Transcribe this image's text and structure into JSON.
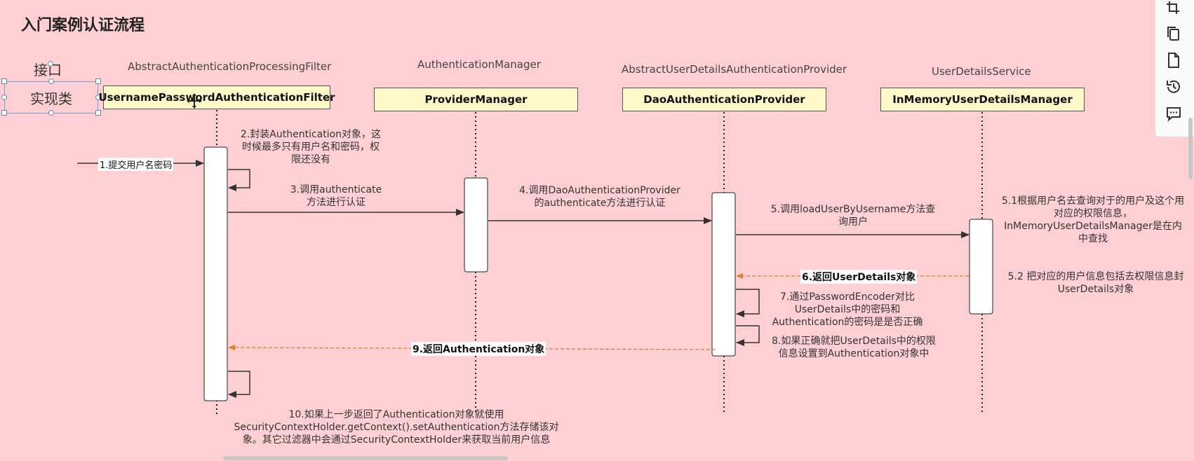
{
  "page": {
    "title": "入门案例认证流程"
  },
  "legend": {
    "interface_label": "接口",
    "impl_label": "实现类"
  },
  "lifelines": [
    {
      "interface": "AbstractAuthenticationProcessingFilter",
      "impl": "UsernamePasswordAuthenticationFilter"
    },
    {
      "interface": "AuthenticationManager",
      "impl": "ProviderManager"
    },
    {
      "interface": "AbstractUserDetailsAuthenticationProvider",
      "impl": "DaoAuthenticationProvider"
    },
    {
      "interface": "UserDetailsService",
      "impl": "InMemoryUserDetailsManager"
    }
  ],
  "steps": {
    "s1": "1.提交用户名密码",
    "s2": [
      "2.封装Authentication对象，这",
      "时候最多只有用户名和密码，权",
      "限还没有"
    ],
    "s3": [
      "3.调用authenticate",
      "方法进行认证"
    ],
    "s4": [
      "4.调用DaoAuthenticationProvider",
      "的authenticate方法进行认证"
    ],
    "s5": [
      "5.调用loadUserByUsername方法查",
      "询用户"
    ],
    "s51": [
      "5.1根据用户名去查询对于的用户及这个用",
      "对应的权限信息，",
      "InMemoryUserDetailsManager是在内",
      "中查找"
    ],
    "s52": [
      "5.2 把对应的用户信息包括去权限信息封",
      "UserDetails对象"
    ],
    "s6": "6.返回UserDetails对象",
    "s7": [
      "7.通过PasswordEncoder对比",
      "UserDetails中的密码和",
      "Authentication的密码是是否正确"
    ],
    "s8": [
      "8.如果正确就把UserDetails中的权限",
      "信息设置到Authentication对象中"
    ],
    "s9": "9.返回Authentication对象",
    "s10": [
      "10.如果上一步返回了Authentication对象就使用",
      "SecurityContextHolder.getContext().setAuthentication方法存储该对",
      "象。其它过滤器中会通过SecurityContextHolder来获取当前用户信息"
    ]
  },
  "colors": {
    "background": "#ffd0d3",
    "box_fill": "#fff8c8",
    "return_arrow": "#d9822b",
    "selection": "#5b87c8"
  },
  "toolbar": {
    "icons": [
      "crop-icon",
      "copy-icon",
      "file-icon",
      "history-icon",
      "comment-icon"
    ]
  }
}
